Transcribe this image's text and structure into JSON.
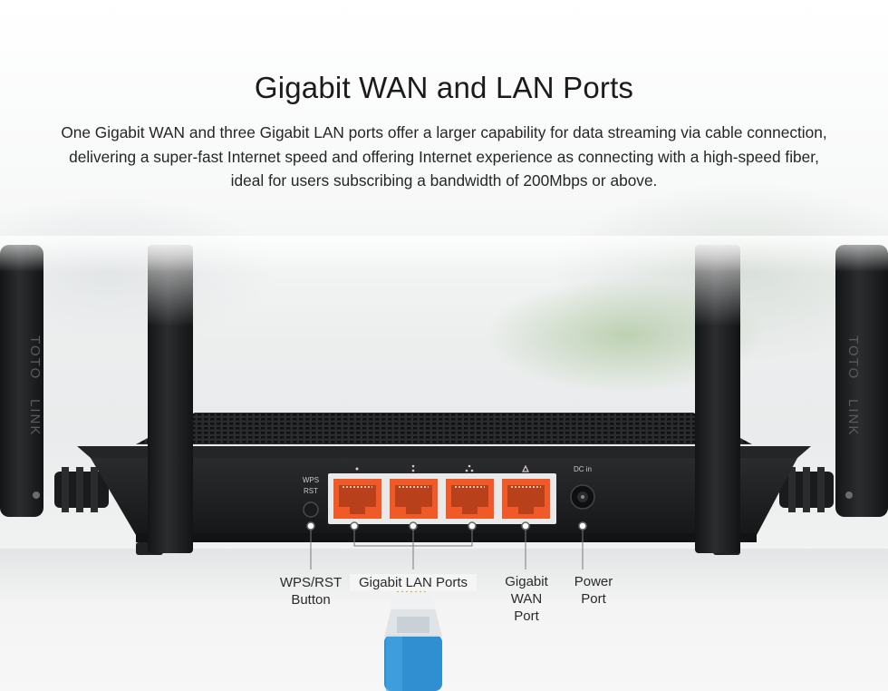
{
  "headline": "Gigabit WAN and LAN Ports",
  "description": {
    "line1": "One Gigabit WAN and three Gigabit LAN ports offer a larger capability for data streaming via cable connection,",
    "line2": "delivering a super-fast Internet speed and offering Internet experience as connecting with a high-speed fiber,",
    "line3": "ideal for users subscribing a bandwidth of 200Mbps or above."
  },
  "router": {
    "brand": "TOTOLINK",
    "brand_left": "TOTO",
    "brand_right": "LINK",
    "wps_label_top": "WPS",
    "wps_label_bottom": "RST",
    "dc_label": "DC in",
    "body_color": "#1e1f21",
    "port_color": "#f05a28"
  },
  "callouts": {
    "wps": {
      "line1": "WPS/RST",
      "line2": "Button"
    },
    "lan": {
      "line1": "Gigabit LAN Ports"
    },
    "wan": {
      "line1": "Gigabit",
      "line2": "WAN",
      "line3": "Port"
    },
    "power": {
      "line1": "Power",
      "line2": "Port"
    }
  },
  "cable_color": "#2f8fd0"
}
